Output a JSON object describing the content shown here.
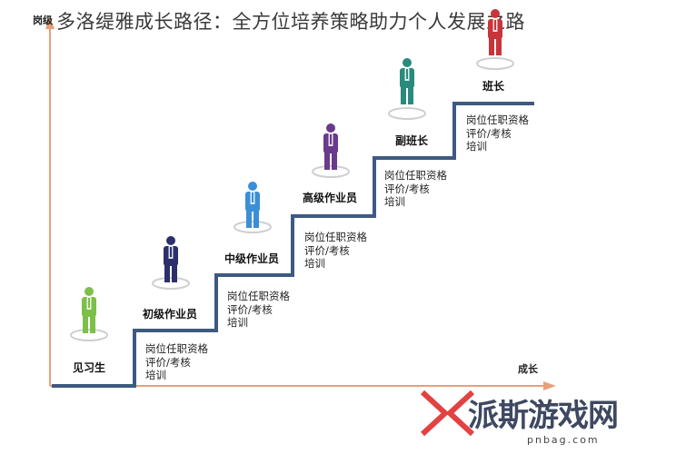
{
  "title": "多洛缇雅成长路径：全方位培养策略助力个人发展之路",
  "axes": {
    "y_label": "岗级",
    "x_label": "成长"
  },
  "steps": [
    {
      "label": "见习生",
      "figure_color": "#7cc04a"
    },
    {
      "label": "初级作业员",
      "figure_color": "#2c2f6b"
    },
    {
      "label": "中级作业员",
      "figure_color": "#3b8fd6"
    },
    {
      "label": "高级作业员",
      "figure_color": "#6a3a8c"
    },
    {
      "label": "副班长",
      "figure_color": "#2a8a7c"
    },
    {
      "label": "班长",
      "figure_color": "#c8343a"
    }
  ],
  "requirements": [
    [
      "岗位任职资格",
      "评价/考核",
      "培训"
    ],
    [
      "岗位任职资格",
      "评价/考核",
      "培训"
    ],
    [
      "岗位任职资格",
      "评价/考核",
      "培训"
    ],
    [
      "岗位任职资格",
      "评价/考核",
      "培训"
    ],
    [
      "岗位任职资格",
      "评价/考核",
      "培训"
    ]
  ],
  "colors": {
    "stair": "#3d5a80",
    "axis": "#e8a07a"
  },
  "watermark": {
    "logo_text": "派斯游戏网",
    "url": "pnbag.com"
  }
}
